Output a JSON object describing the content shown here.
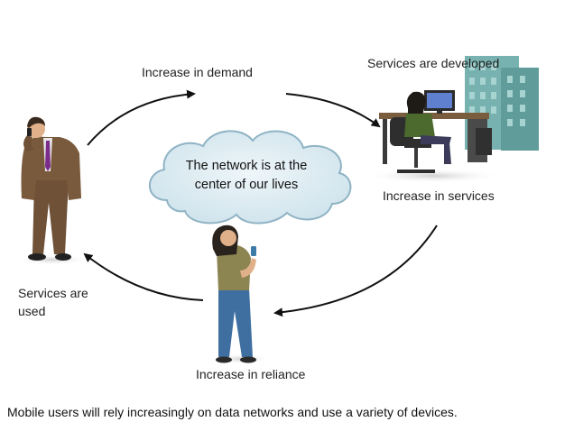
{
  "diagram": {
    "center": {
      "line1": "The network is at the",
      "line2": "center of our lives"
    },
    "nodes": {
      "demand": "Increase in demand",
      "developed": "Services are developed",
      "services": "Increase in services",
      "reliance": "Increase in reliance",
      "used_line1": "Services are",
      "used_line2": "used"
    },
    "caption": "Mobile users will rely increasingly on data networks and use a variety of devices."
  },
  "colors": {
    "cloud_fill": "#d8e8ef",
    "cloud_stroke": "#8fb3c4",
    "arrow": "#111111",
    "building": "#6fa9a8",
    "suit": "#7a5a3c",
    "jeans": "#3f6fa0"
  }
}
